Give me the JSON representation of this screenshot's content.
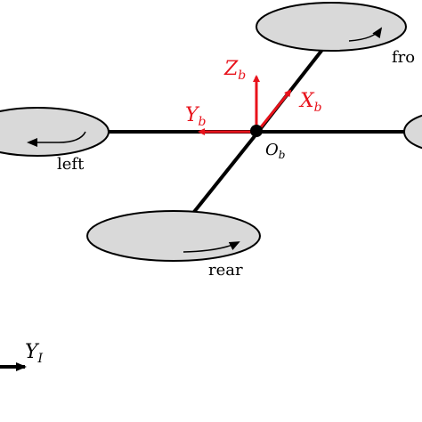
{
  "diagram": {
    "rotor_labels": {
      "front": "fro",
      "left": "left",
      "rear": "rear"
    },
    "body_frame": {
      "x_axis": "X",
      "y_axis": "Y",
      "z_axis": "Z",
      "origin": "O",
      "subscript": "b"
    },
    "inertial_frame": {
      "y_axis": "Y",
      "subscript": "I"
    },
    "colors": {
      "body_frame": "#e8121b",
      "frame_arm": "#000000",
      "rotor_fill": "#d9d9d9",
      "rotor_stroke": "#000000",
      "text": "#000000"
    }
  }
}
